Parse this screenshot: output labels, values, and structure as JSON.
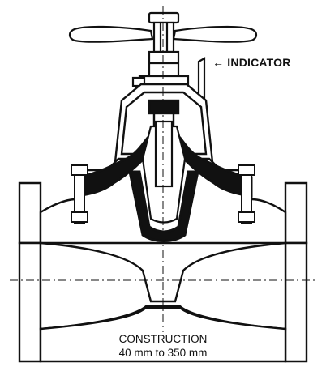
{
  "labels": {
    "indicator": "← INDICATOR",
    "construction": "CONSTRUCTION",
    "size_range": "40 mm to 350 mm"
  },
  "colors": {
    "ink": "#111111",
    "paper": "#ffffff"
  }
}
